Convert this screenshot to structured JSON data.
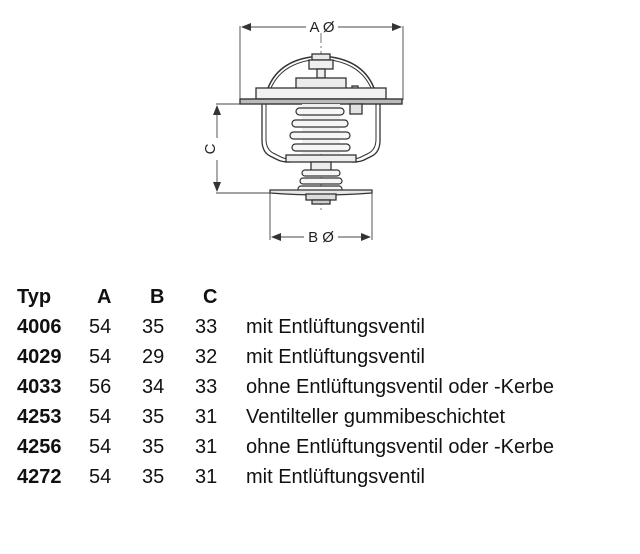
{
  "diagram": {
    "title": "Thermostat dimension drawing",
    "labels": {
      "a": "A Ø",
      "b": "B Ø",
      "c": "C"
    }
  },
  "table": {
    "headers": {
      "typ": "Typ",
      "a": "A",
      "b": "B",
      "c": "C"
    },
    "rows": [
      {
        "typ": "4006",
        "a": "54",
        "b": "35",
        "c": "33",
        "desc": "mit Entlüftungsventil"
      },
      {
        "typ": "4029",
        "a": "54",
        "b": "29",
        "c": "32",
        "desc": "mit Entlüftungsventil"
      },
      {
        "typ": "4033",
        "a": "56",
        "b": "34",
        "c": "33",
        "desc": "ohne Entlüftungsventil oder -Kerbe"
      },
      {
        "typ": "4253",
        "a": "54",
        "b": "35",
        "c": "31",
        "desc": "Ventilteller gummibeschichtet"
      },
      {
        "typ": "4256",
        "a": "54",
        "b": "35",
        "c": "31",
        "desc": "ohne Entlüftungsventil oder -Kerbe"
      },
      {
        "typ": "4272",
        "a": "54",
        "b": "35",
        "c": "31",
        "desc": "mit Entlüftungsventil"
      }
    ]
  }
}
